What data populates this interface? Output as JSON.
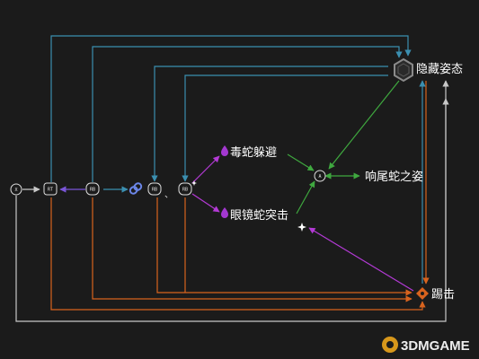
{
  "nodes": {
    "btn_x": "X",
    "btn_rt": "RT",
    "btn_rb_1": "RB",
    "btn_rb_2": "RB",
    "btn_rb_3": "RB",
    "pause_mark": "、",
    "btn_a": "A",
    "stealth": "隐藏姿态",
    "viper_dodge": "毒蛇躲避",
    "cobra_strike": "眼镜蛇突击",
    "rattlesnake": "响尾蛇之姿",
    "kick": "踢击"
  },
  "watermark": {
    "text": "3DMGAME"
  },
  "colors": {
    "background": "#1b1b1b",
    "blue": "#3b8fb0",
    "orange": "#d8631e",
    "green": "#3fa83f",
    "magenta": "#b43ad6",
    "purple": "#7a55d8",
    "gray": "#9a9a9a"
  }
}
